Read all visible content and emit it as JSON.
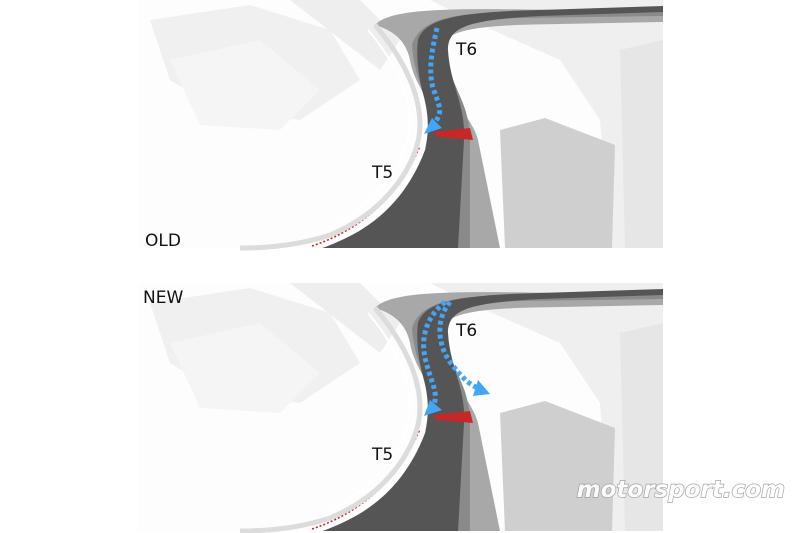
{
  "panels": {
    "old": {
      "label": "OLD",
      "corner_a": "T6",
      "corner_b": "T5"
    },
    "new": {
      "label": "NEW",
      "corner_a": "T6",
      "corner_b": "T5"
    }
  },
  "watermark": {
    "text": "motorsport.com"
  },
  "colors": {
    "track_dark": "#555555",
    "runoff_grey": "#8a8a8a",
    "kerb_red": "#c62828",
    "racing_line_blue": "#42a5f5",
    "background": "#ffffff"
  }
}
